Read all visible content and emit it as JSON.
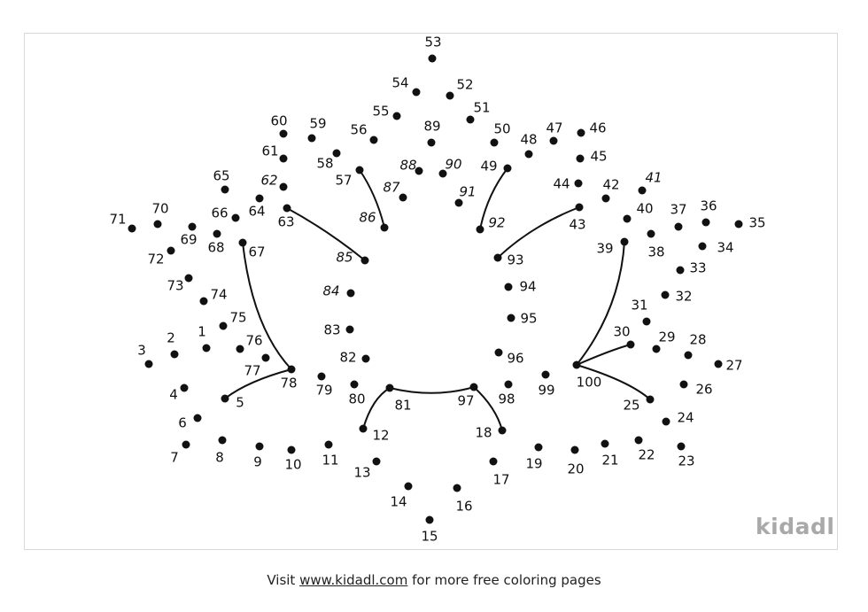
{
  "worksheet": {
    "dot_labels": [
      "1",
      "2",
      "3",
      "4",
      "5",
      "6",
      "7",
      "8",
      "9",
      "10",
      "11",
      "12",
      "13",
      "14",
      "15",
      "16",
      "17",
      "18",
      "19",
      "20",
      "21",
      "22",
      "23",
      "24",
      "25",
      "26",
      "27",
      "28",
      "29",
      "30",
      "31",
      "32",
      "33",
      "34",
      "35",
      "36",
      "37",
      "38",
      "39",
      "40",
      "41",
      "42",
      "43",
      "44",
      "45",
      "46",
      "47",
      "48",
      "49",
      "50",
      "51",
      "52",
      "53",
      "54",
      "55",
      "56",
      "57",
      "58",
      "59",
      "60",
      "61",
      "62",
      "63",
      "64",
      "65",
      "66",
      "67",
      "68",
      "69",
      "70",
      "71",
      "72",
      "73",
      "74",
      "75",
      "76",
      "77",
      "78",
      "79",
      "80",
      "81",
      "82",
      "83",
      "84",
      "85",
      "86",
      "87",
      "88",
      "89",
      "90",
      "91",
      "92",
      "93",
      "94",
      "95",
      "96",
      "97",
      "98",
      "99",
      "100"
    ]
  },
  "logo": {
    "text": "kidadl"
  },
  "footer": {
    "prefix": "Visit ",
    "link": "www.kidadl.com",
    "suffix": " for more free coloring pages"
  }
}
